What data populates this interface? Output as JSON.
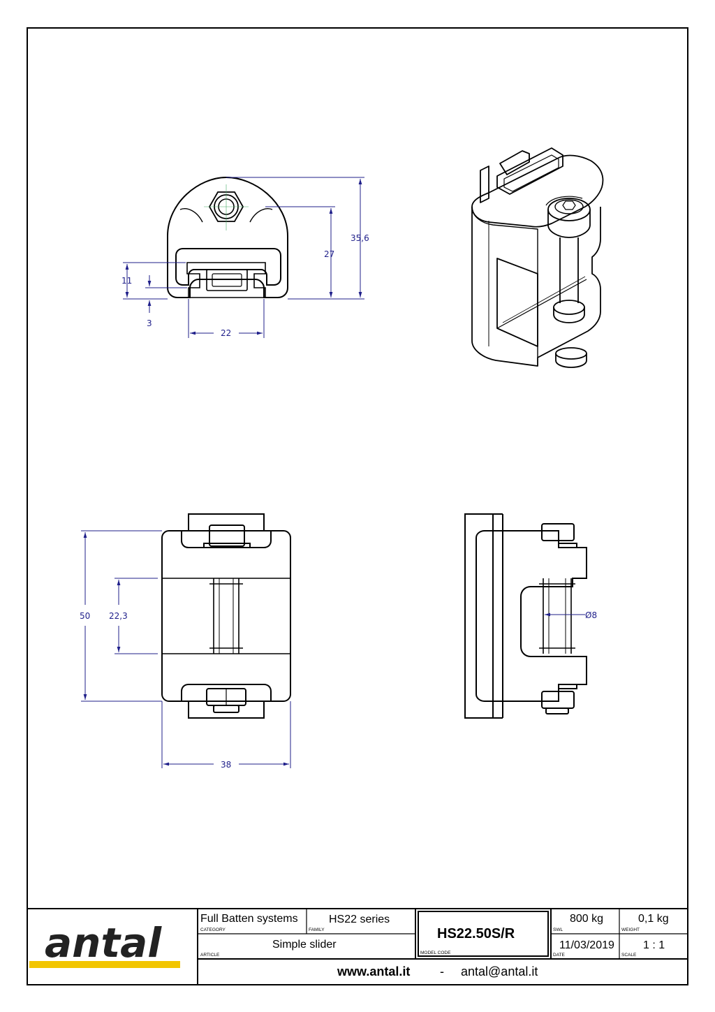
{
  "dimensions": {
    "top_height_total": "35,6",
    "top_height_27": "27",
    "top_height_11": "11",
    "top_height_3": "3",
    "top_width_22": "22",
    "front_height_50": "50",
    "front_height_22_3": "22,3",
    "front_width_38": "38",
    "side_diameter": "Ø8"
  },
  "title_block": {
    "logo": "antal",
    "category_value": "Full Batten systems",
    "category_label": "CATEGORY",
    "family_value": "HS22 series",
    "family_label": "FAMILY",
    "article_value": "Simple slider",
    "article_label": "ARTICLE",
    "model_code": "HS22.50S/R",
    "model_code_label": "MODEL CODE",
    "swl_value": "800 kg",
    "swl_label": "SWL",
    "weight_value": "0,1 kg",
    "weight_label": "WEIGHT",
    "date_value": "11/03/2019",
    "date_label": "DATE",
    "scale_value": "1 : 1",
    "scale_label": "SCALE",
    "website": "www.antal.it",
    "separator": "-",
    "email": "antal@antal.it"
  },
  "colors": {
    "dimension": "#1f1f8a",
    "logo_stripe": "#f2c500",
    "line": "#000000"
  }
}
